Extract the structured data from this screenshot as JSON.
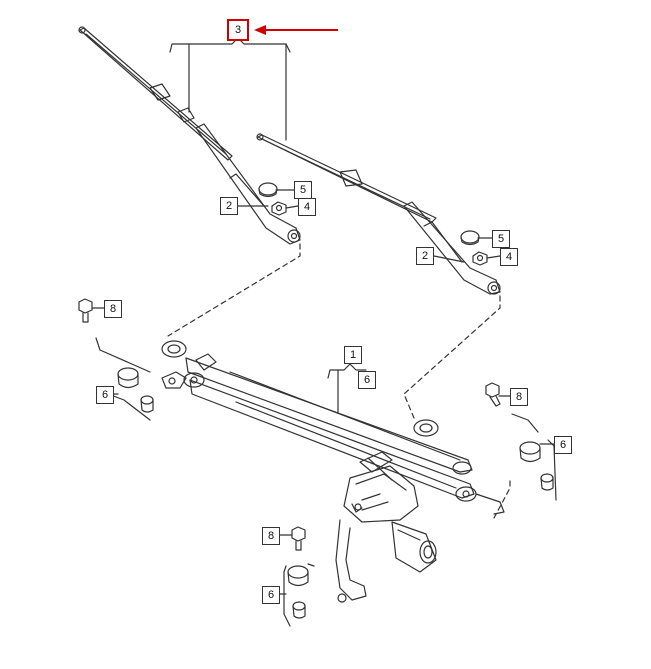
{
  "colors": {
    "line": "#333333",
    "highlight": "#d00000",
    "background": "#ffffff"
  },
  "callouts": {
    "c3": "3",
    "c2a": "2",
    "c5a": "5",
    "c4a": "4",
    "c2b": "2",
    "c5b": "5",
    "c4b": "4",
    "c8a": "8",
    "c6a": "6",
    "c1": "1",
    "c6b": "6",
    "c8b": "8",
    "c6c": "6",
    "c8c": "8",
    "c6d": "6"
  }
}
